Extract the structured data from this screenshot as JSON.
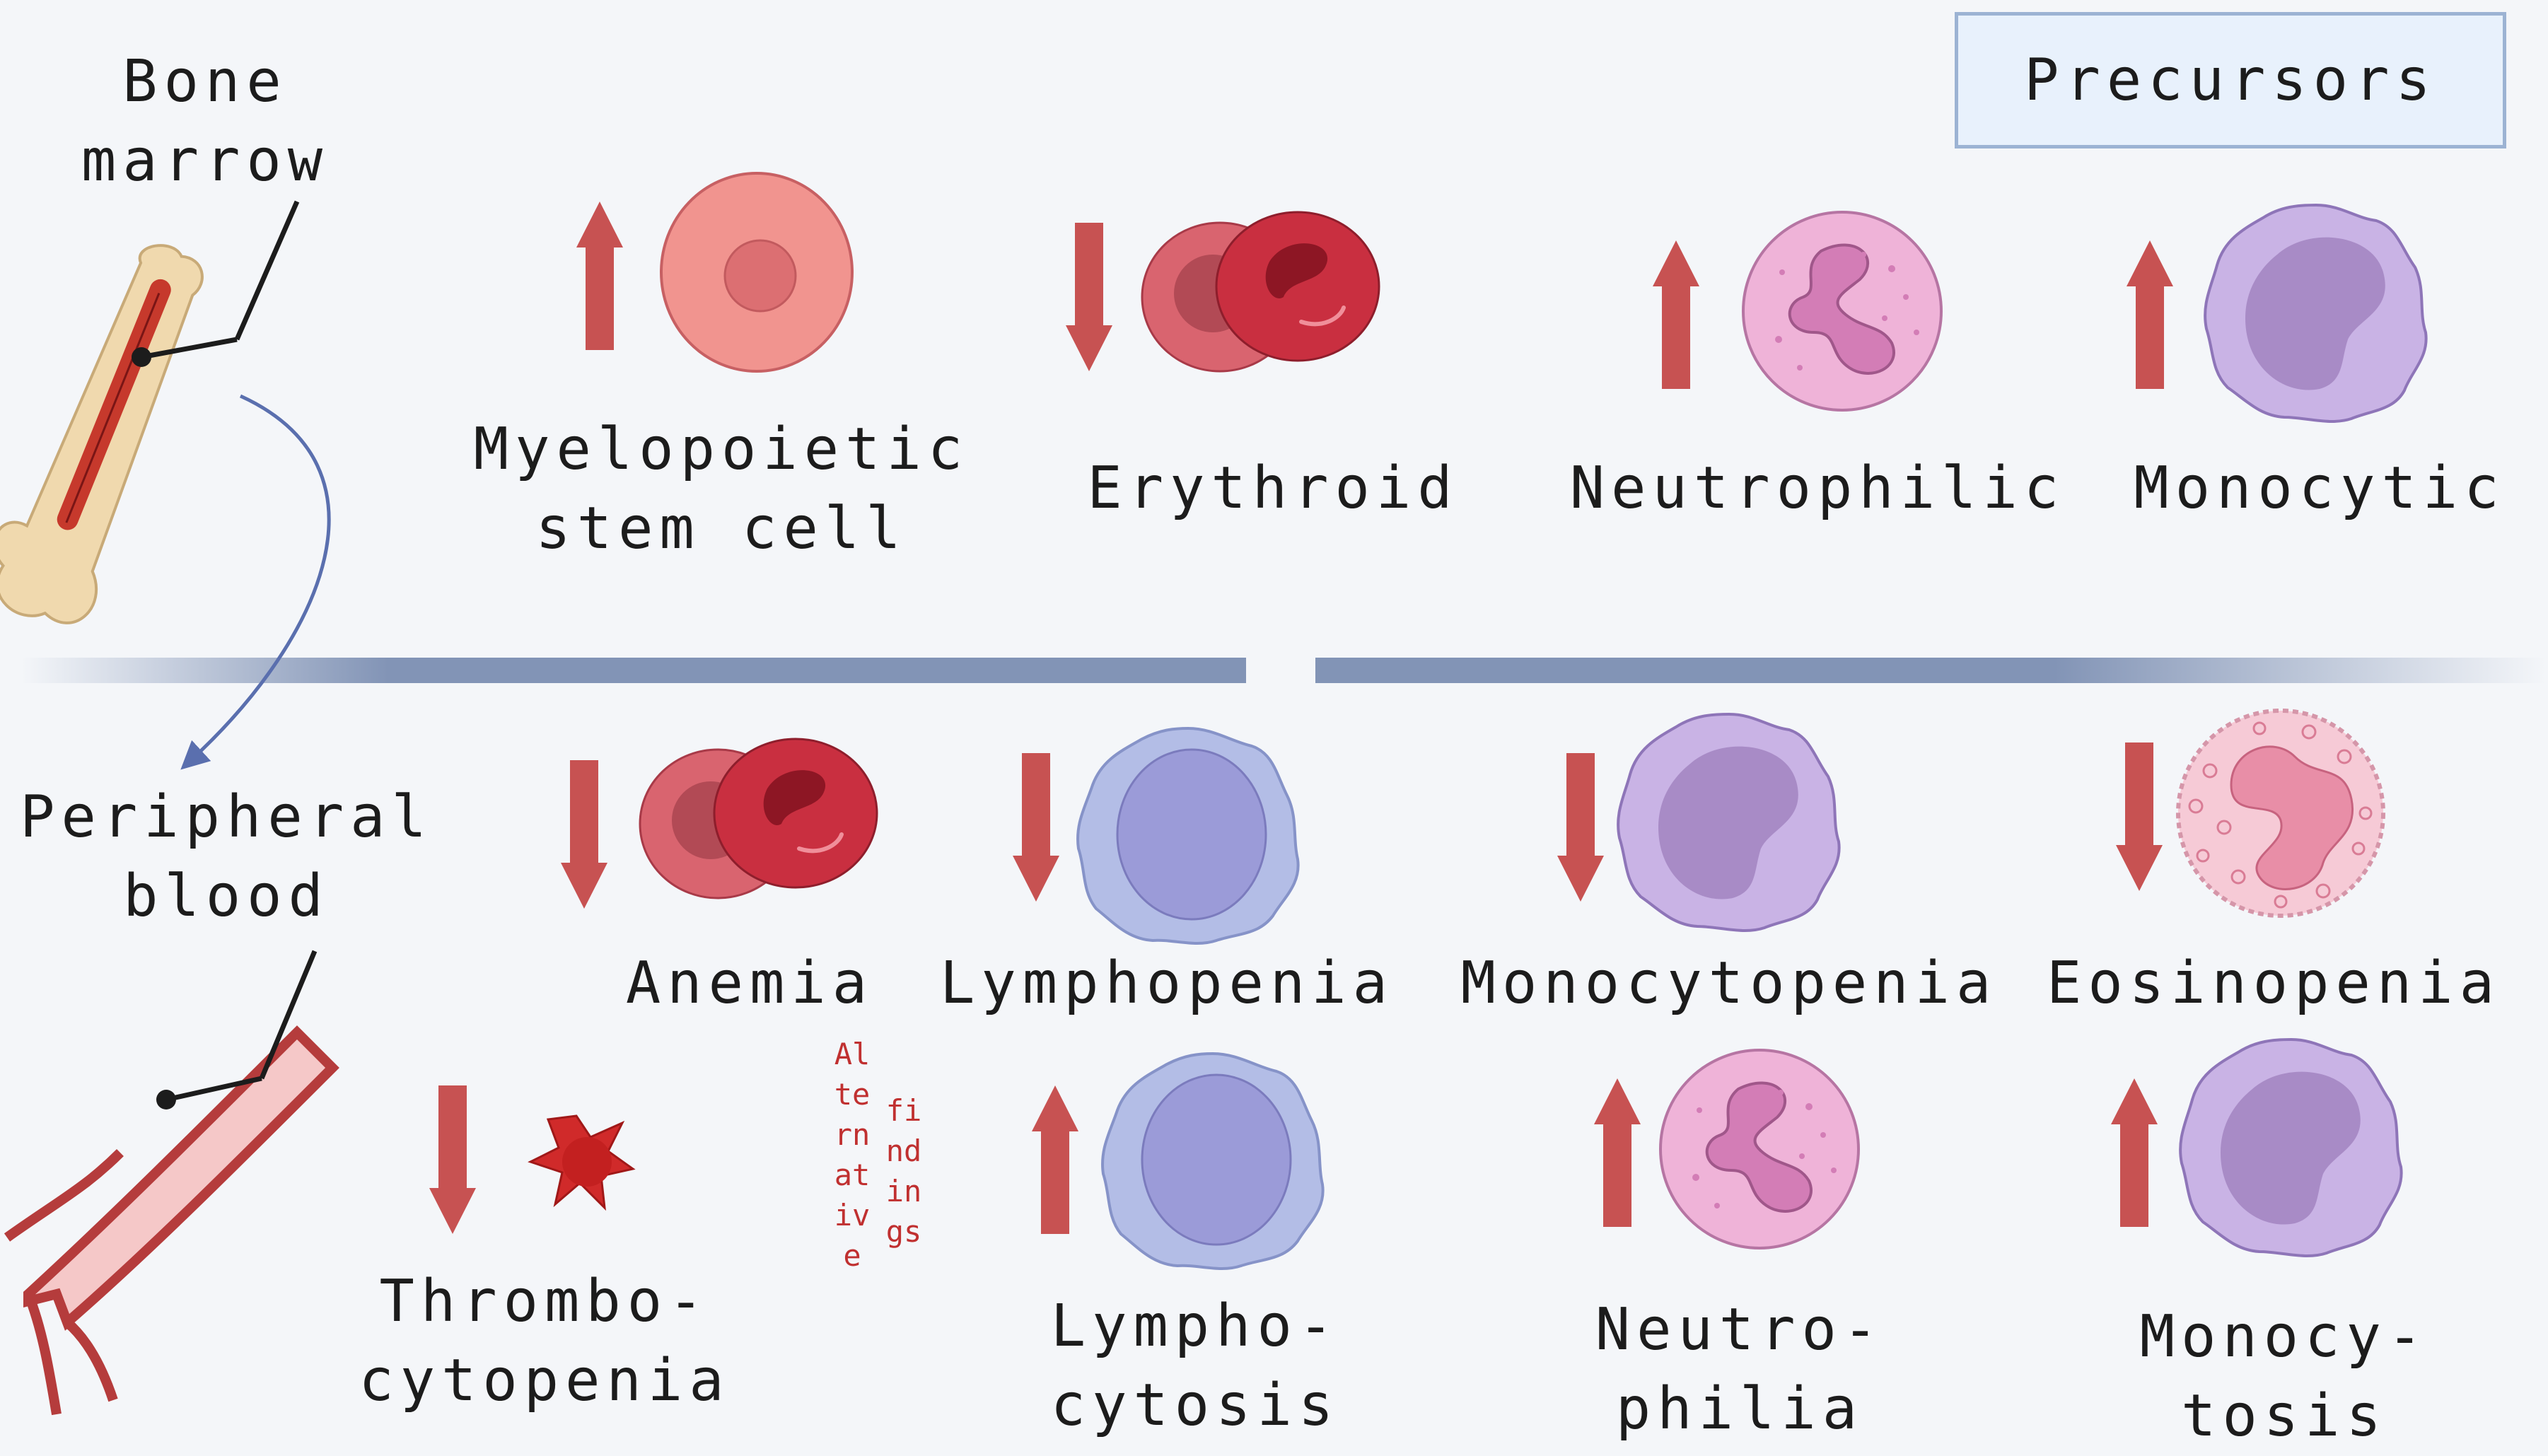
{
  "locations": {
    "bone_marrow": "Bone\nmarrow",
    "peripheral_blood": "Peripheral\nblood"
  },
  "precursors_header": "Precursors",
  "marrow_findings": [
    {
      "label": "Myelopoietic\nstem cell",
      "direction": "up",
      "cell_icon": "stem-cell-icon"
    },
    {
      "label": "Erythroid",
      "direction": "down",
      "cell_icon": "red-blood-cells-icon"
    },
    {
      "label": "Neutrophilic",
      "direction": "up",
      "cell_icon": "neutrophil-icon"
    },
    {
      "label": "Monocytic",
      "direction": "up",
      "cell_icon": "monocyte-icon"
    }
  ],
  "blood_findings": [
    {
      "label": "Anemia",
      "direction": "down",
      "cell_icon": "red-blood-cells-icon"
    },
    {
      "label": "Lymphopenia",
      "direction": "down",
      "cell_icon": "lymphocyte-icon"
    },
    {
      "label": "Monocytopenia",
      "direction": "down",
      "cell_icon": "monocyte-icon"
    },
    {
      "label": "Eosinopenia",
      "direction": "down",
      "cell_icon": "eosinophil-icon"
    }
  ],
  "alternative_findings": {
    "word1": "Alternative",
    "word2": "findings",
    "items": [
      {
        "label": "Thrombo-\ncytopenia",
        "direction": "down",
        "cell_icon": "platelet-icon"
      },
      {
        "label": "Lympho-\ncytosis",
        "direction": "up",
        "cell_icon": "lymphocyte-icon"
      },
      {
        "label": "Neutro-\nphilia",
        "direction": "up",
        "cell_icon": "neutrophil-icon"
      },
      {
        "label": "Monocy-\ntosis",
        "direction": "up",
        "cell_icon": "monocyte-icon"
      }
    ]
  },
  "colors": {
    "arrow": "#c75252",
    "divider": "#8294b6",
    "connector": "#5a6fae",
    "vertical_text": "#c03030",
    "box_fill": "#e8f1fc",
    "box_border": "#9cb3d3"
  }
}
